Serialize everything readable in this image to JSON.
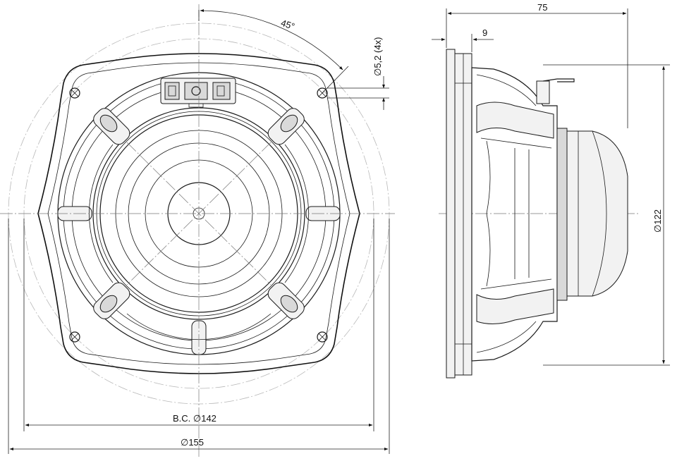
{
  "dimensions": {
    "depth_total": "75",
    "flange_thickness": "9",
    "hole_spec": "∅5,2 (4x)",
    "hole_angle": "45°",
    "bolt_circle": "B.C. ∅142",
    "outer_diameter": "∅155",
    "magnet_diameter": "∅122"
  }
}
